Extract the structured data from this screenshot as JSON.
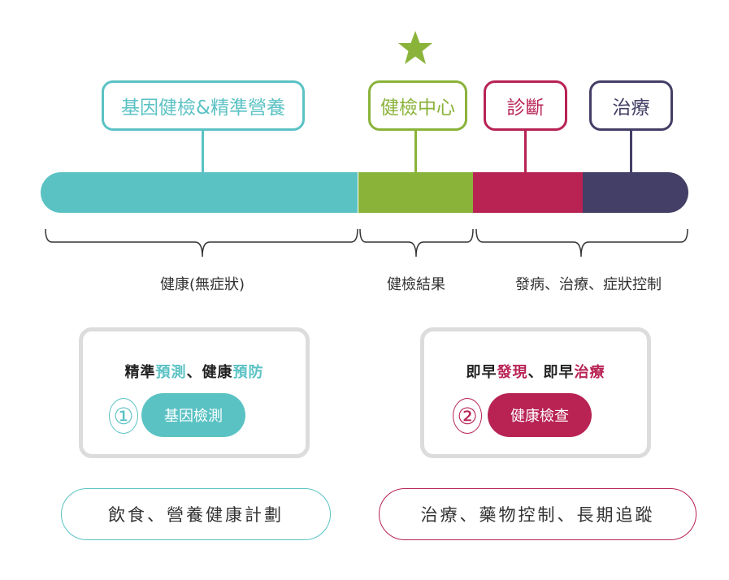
{
  "colors": {
    "teal": "#5bc2c4",
    "green": "#8ab33a",
    "crimson": "#b82354",
    "navy": "#433f66"
  },
  "star_icon": "star",
  "tags": [
    {
      "label": "基因健檢&精準營養"
    },
    {
      "label": "健檢中心"
    },
    {
      "label": "診斷"
    },
    {
      "label": "治療"
    }
  ],
  "brace_labels": [
    "健康(無症狀)",
    "健檢結果",
    "發病、治療、症狀控制"
  ],
  "cards": [
    {
      "title_parts": [
        "精準",
        "預測",
        "、健康",
        "預防"
      ],
      "number": "①",
      "button": "基因檢測"
    },
    {
      "title_parts": [
        "即早",
        "發現",
        "、即早",
        "治療"
      ],
      "number": "②",
      "button": "健康檢查"
    }
  ],
  "plans": [
    "飲食、營養健康計劃",
    "治療、藥物控制、長期追蹤"
  ]
}
